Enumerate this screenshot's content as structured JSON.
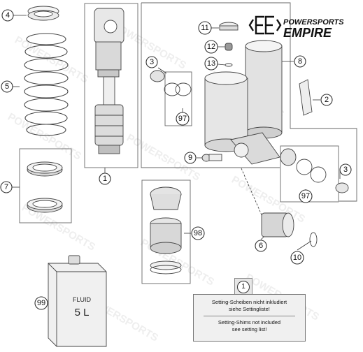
{
  "logo": {
    "line1": "POWERSPORTS",
    "line2": "EMPIRE",
    "icon": "empire-logo-icon"
  },
  "watermark": {
    "text": "POWERSPORTS"
  },
  "callouts": [
    {
      "id": "callout-4",
      "label": "4"
    },
    {
      "id": "callout-5",
      "label": "5"
    },
    {
      "id": "callout-7",
      "label": "7"
    },
    {
      "id": "callout-1",
      "label": "1"
    },
    {
      "id": "callout-11",
      "label": "11"
    },
    {
      "id": "callout-12",
      "label": "12"
    },
    {
      "id": "callout-13",
      "label": "13"
    },
    {
      "id": "callout-3-top",
      "label": "3"
    },
    {
      "id": "callout-8",
      "label": "8"
    },
    {
      "id": "callout-2",
      "label": "2"
    },
    {
      "id": "callout-97-top",
      "label": "97"
    },
    {
      "id": "callout-9",
      "label": "9"
    },
    {
      "id": "callout-3-right",
      "label": "3"
    },
    {
      "id": "callout-97-right",
      "label": "97"
    },
    {
      "id": "callout-98",
      "label": "98"
    },
    {
      "id": "callout-6",
      "label": "6"
    },
    {
      "id": "callout-10",
      "label": "10"
    },
    {
      "id": "callout-99",
      "label": "99"
    }
  ],
  "fluid_can": {
    "word": "FLUID",
    "volume": "5 L"
  },
  "note": {
    "badge": "1",
    "de_line1": "Setting-Scheiben nicht inkludiert",
    "de_line2": "siehe Settingliste!",
    "en_line1": "Setting-Shims not included",
    "en_line2": "see setting list!"
  }
}
